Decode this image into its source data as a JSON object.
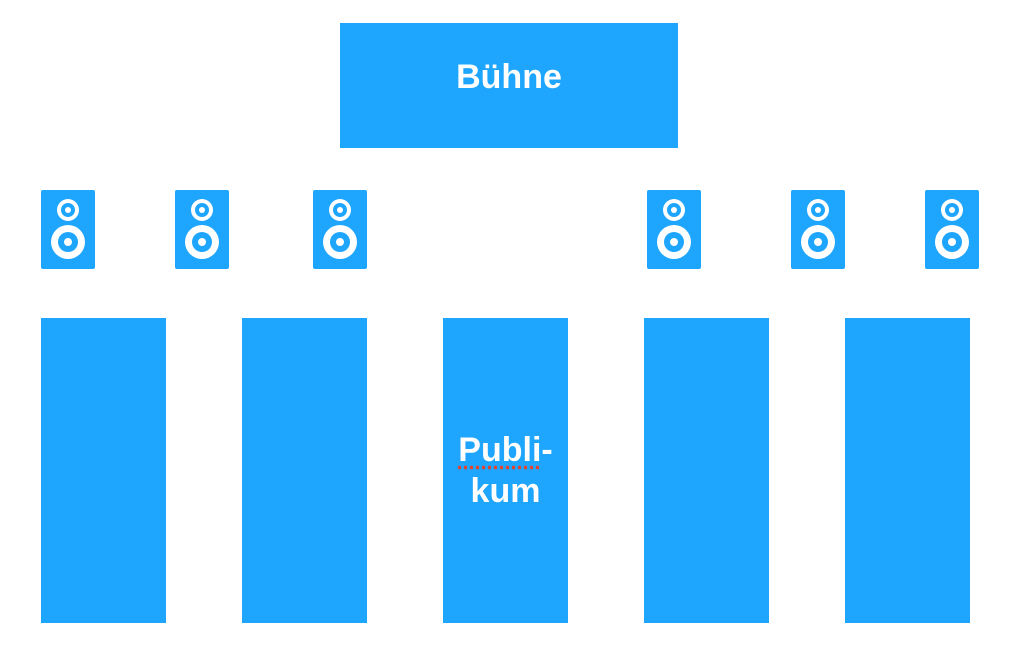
{
  "stage": {
    "label": "Bühne"
  },
  "audience": {
    "label_line1": "Publi",
    "label_hyphen": "-",
    "label_line2": "kum"
  },
  "speakers": [
    {
      "icon": "speaker-icon"
    },
    {
      "icon": "speaker-icon"
    },
    {
      "icon": "speaker-icon"
    },
    {
      "icon": "speaker-icon"
    },
    {
      "icon": "speaker-icon"
    },
    {
      "icon": "speaker-icon"
    }
  ],
  "colors": {
    "accent": "#1ea5fd",
    "background": "#ffffff",
    "text": "#ffffff",
    "spellcheck_underline": "#e0442e"
  }
}
